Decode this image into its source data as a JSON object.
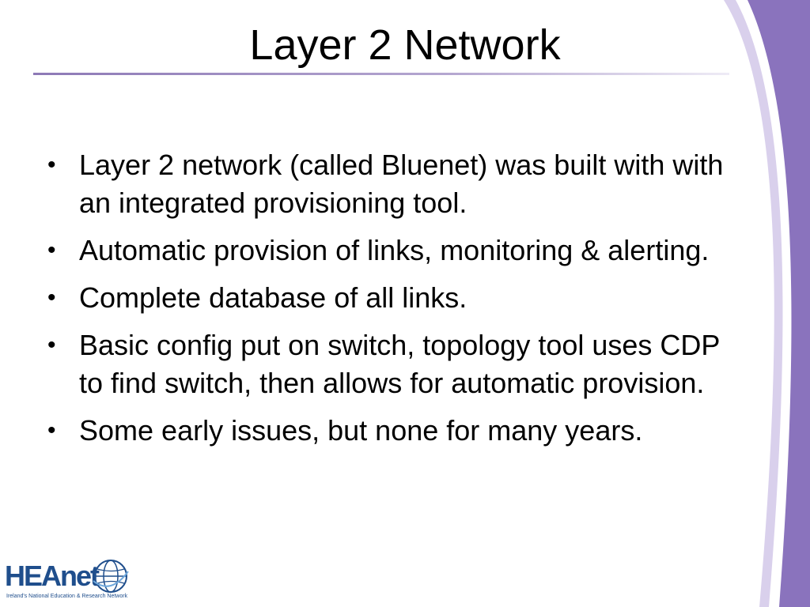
{
  "slide": {
    "title": "Layer 2 Network",
    "bullets": [
      "Layer 2 network (called Bluenet) was built with with an integrated provisioning tool.",
      "Automatic provision of links, monitoring & alerting.",
      "Complete database of all links.",
      "Basic config put on switch, topology tool uses CDP to find switch, then allows for automatic provision.",
      "Some early issues, but none for many years."
    ],
    "bullet_glyph": "•"
  },
  "logo": {
    "wordmark": "HEAnet",
    "tagline": "Ireland's National Education & Research Network",
    "icon": "globe-icon"
  },
  "theme": {
    "accent": "#8a73bd",
    "accent_light": "#c9bde3",
    "logo_blue": "#1f4e8c"
  }
}
